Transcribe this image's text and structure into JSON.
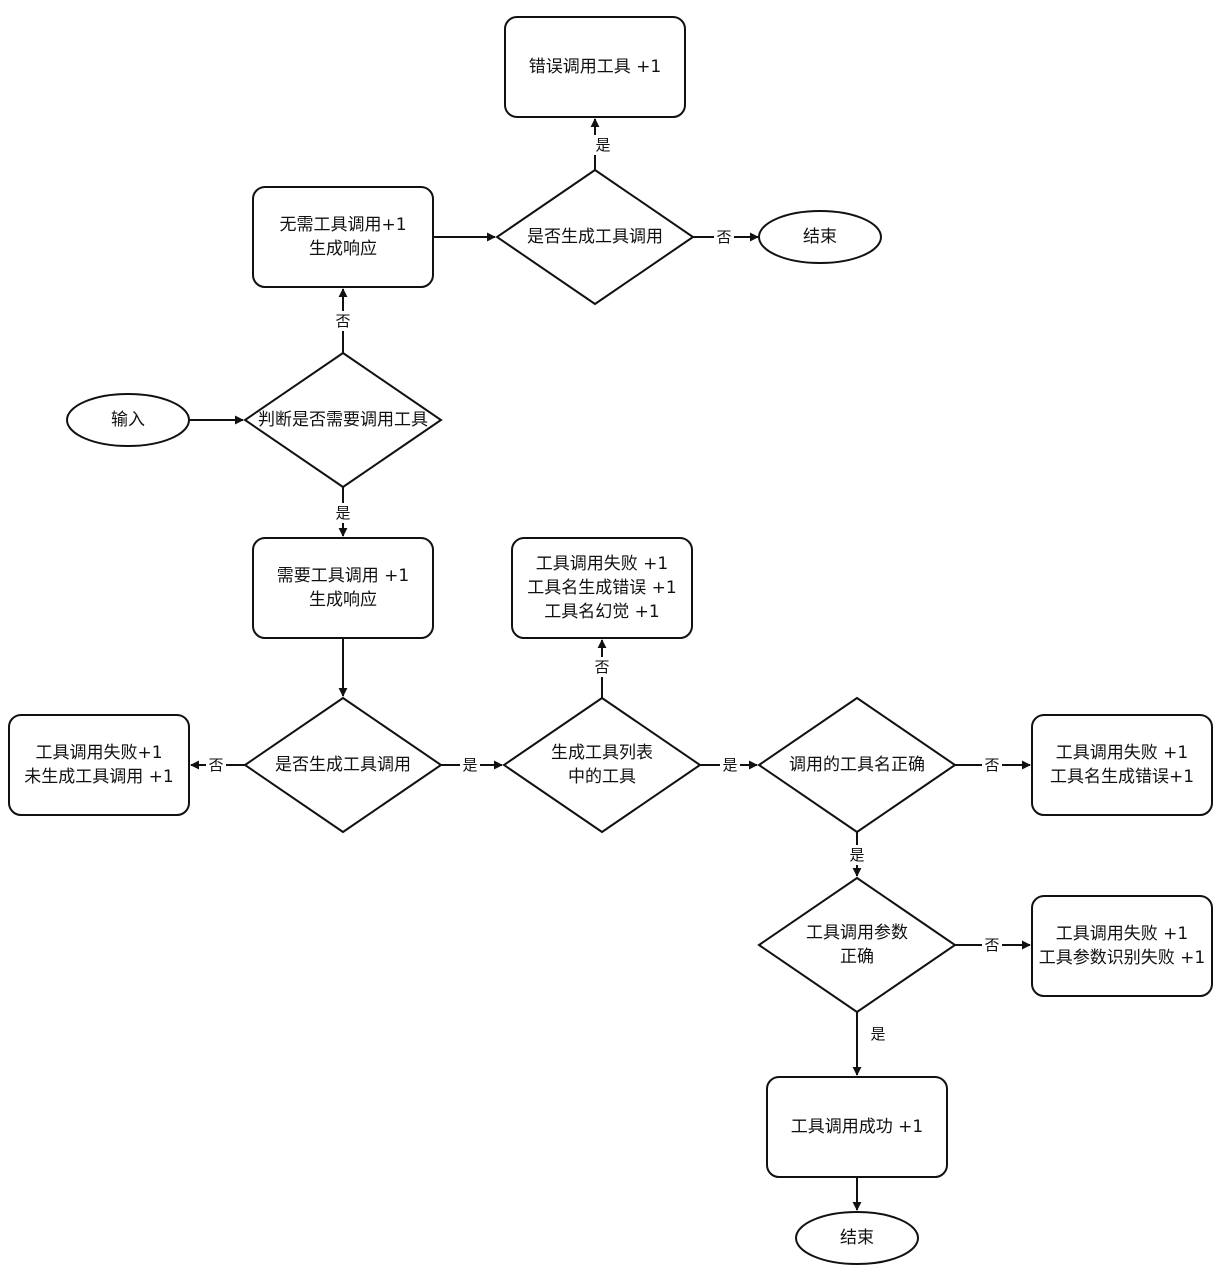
{
  "nodes": [
    {
      "id": "err_call",
      "lines": [
        "错误调用工具 +1"
      ]
    },
    {
      "id": "no_tool",
      "lines": [
        "无需工具调用+1",
        "生成响应"
      ]
    },
    {
      "id": "d_gen_top",
      "lines": [
        "是否生成工具调用"
      ]
    },
    {
      "id": "end_top",
      "lines": [
        "结束"
      ]
    },
    {
      "id": "input",
      "lines": [
        "输入"
      ]
    },
    {
      "id": "d_judge",
      "lines": [
        "判断是否需要调用工具"
      ]
    },
    {
      "id": "need_tool",
      "lines": [
        "需要工具调用 +1",
        "生成响应"
      ]
    },
    {
      "id": "fail_hallu",
      "lines": [
        "工具调用失败 +1",
        "工具名生成错误 +1",
        "工具名幻觉 +1"
      ]
    },
    {
      "id": "fail_nogen",
      "lines": [
        "工具调用失败+1",
        "未生成工具调用 +1"
      ]
    },
    {
      "id": "d_gen_mid",
      "lines": [
        "是否生成工具调用"
      ]
    },
    {
      "id": "d_in_list",
      "lines": [
        "生成工具列表",
        "中的工具"
      ]
    },
    {
      "id": "d_name_ok",
      "lines": [
        "调用的工具名正确"
      ]
    },
    {
      "id": "fail_name",
      "lines": [
        "工具调用失败 +1",
        "工具名生成错误+1"
      ]
    },
    {
      "id": "d_param_ok",
      "lines": [
        "工具调用参数",
        "正确"
      ]
    },
    {
      "id": "fail_param",
      "lines": [
        "工具调用失败 +1",
        "工具参数识别失败 +1"
      ]
    },
    {
      "id": "success",
      "lines": [
        "工具调用成功 +1"
      ]
    },
    {
      "id": "end_bottom",
      "lines": [
        "结束"
      ]
    }
  ],
  "edges": [
    {
      "id": "e1",
      "label": "是"
    },
    {
      "id": "e2",
      "label": ""
    },
    {
      "id": "e3",
      "label": "否"
    },
    {
      "id": "e4",
      "label": "否"
    },
    {
      "id": "e5",
      "label": ""
    },
    {
      "id": "e6",
      "label": "是"
    },
    {
      "id": "e7",
      "label": ""
    },
    {
      "id": "e8",
      "label": "否"
    },
    {
      "id": "e9",
      "label": "是"
    },
    {
      "id": "e10",
      "label": "否"
    },
    {
      "id": "e11",
      "label": "是"
    },
    {
      "id": "e12",
      "label": "否"
    },
    {
      "id": "e13",
      "label": "是"
    },
    {
      "id": "e14",
      "label": "否"
    },
    {
      "id": "e15",
      "label": "是"
    },
    {
      "id": "e16",
      "label": ""
    }
  ]
}
